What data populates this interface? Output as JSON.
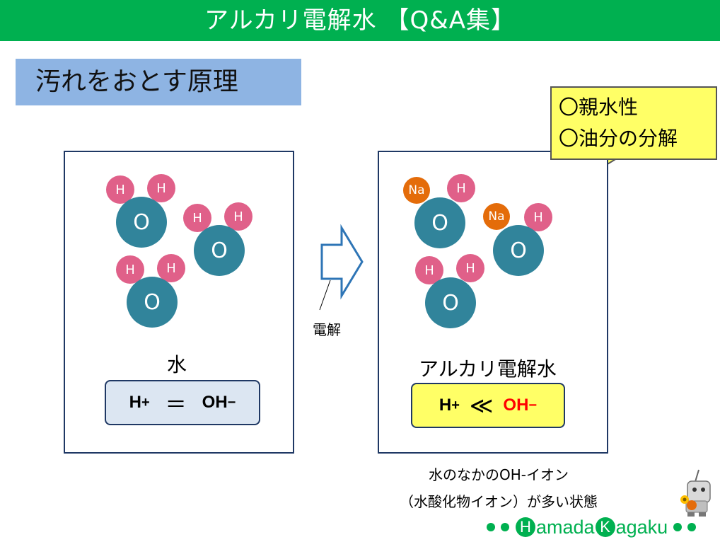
{
  "header": {
    "title": "アルカリ電解水 【Q&A集】"
  },
  "subtitle": "汚れをおとす原理",
  "left_panel": {
    "molecules": [
      {
        "o": "O",
        "h1": "H",
        "h2": "H"
      },
      {
        "o": "O",
        "h1": "H",
        "h2": "H"
      },
      {
        "o": "O",
        "h1": "H",
        "h2": "H"
      }
    ],
    "caption": "水",
    "equation": {
      "h": "H",
      "plus": "+",
      "relation": "＝",
      "oh": "OH",
      "minus": "−"
    }
  },
  "arrow_label": "電解",
  "right_panel": {
    "molecules": [
      {
        "o": "O",
        "x1": "Na",
        "x2": "H"
      },
      {
        "o": "O",
        "x1": "Na",
        "x2": "H"
      },
      {
        "o": "O",
        "x1": "H",
        "x2": "H"
      }
    ],
    "caption": "アルカリ電解水",
    "equation": {
      "h": "H",
      "plus": "+",
      "relation": "≪",
      "oh": "OH",
      "minus": "−"
    }
  },
  "callout": {
    "line1": "〇親水性",
    "line2": "〇油分の分解"
  },
  "bottom_caption": {
    "line1": "水のなかのOH-イオン",
    "line2": "（水酸化物イオン）が多い状態"
  },
  "footer": {
    "logo_h": "H",
    "logo_part1": "amada",
    "logo_k": "K",
    "logo_part2": "agaku"
  },
  "colors": {
    "header_green": "#00b050",
    "subtitle_blue": "#8eb4e3",
    "oxygen": "#31849b",
    "hydrogen": "#e06089",
    "sodium": "#e46c0a",
    "callout_yellow": "#ffff66",
    "oh_red": "#ff0000"
  }
}
